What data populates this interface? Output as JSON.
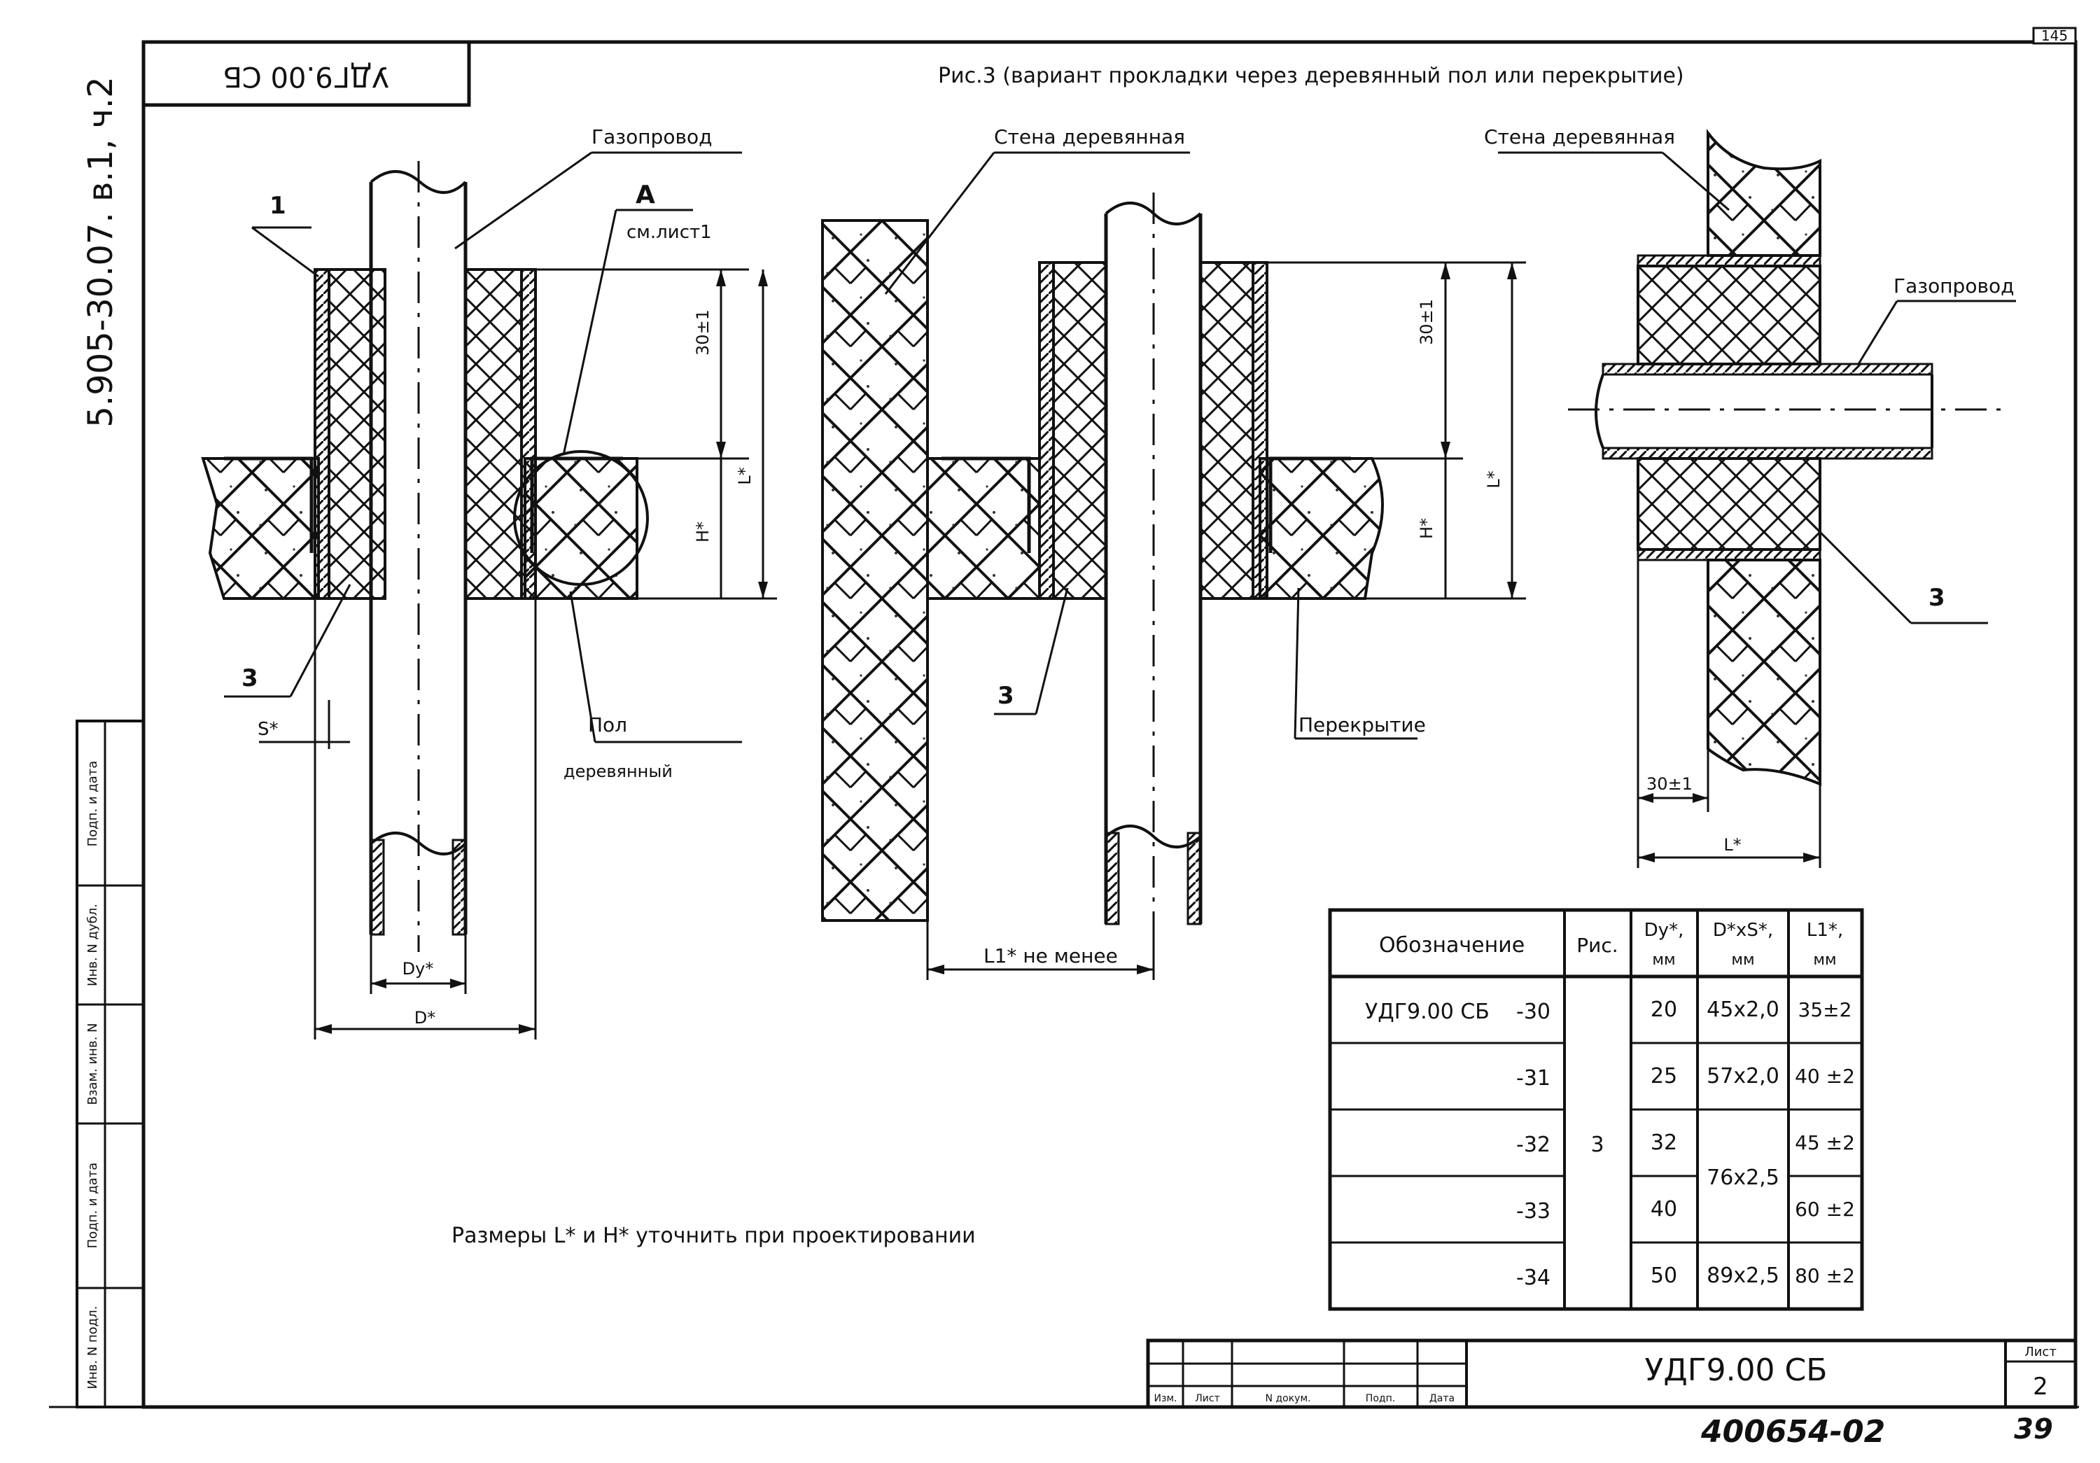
{
  "sheet": {
    "page_corner_number": "145",
    "archive_number": "5.905-30.07. в.1, ч.2",
    "top_stamp_code": "УДГ9.00 СБ",
    "figure_caption": "Рис.3 (вариант прокладки через деревянный пол или перекрытие)",
    "note": "Размеры L* и H* уточнить при проектировании",
    "handwritten_number": "400654-02",
    "handwritten_page": "39"
  },
  "labels": {
    "gas_pipe_1": "Газопровод",
    "gas_pipe_3": "Газопровод",
    "wall_wood_2": "Стена деревянная",
    "wall_wood_3": "Стена деревянная",
    "ref_1": "1",
    "ref_3a": "3",
    "ref_3b": "3",
    "ref_3c": "3",
    "detail_A": "А",
    "see_sheet": "см.лист1",
    "floor_line1": "Пол",
    "floor_line2": "деревянный",
    "ceiling": "Перекрытие",
    "dim_30_a": "30±1",
    "dim_30_b": "30±1",
    "dim_30_c": "30±1",
    "dim_L_a": "L*",
    "dim_L_b": "L*",
    "dim_L_c": "L*",
    "dim_H_a": "H*",
    "dim_H_b": "H*",
    "dim_S": "S*",
    "dim_Dy": "Dy*",
    "dim_D": "D*",
    "dim_L1": "L1*  не менее"
  },
  "table": {
    "headers": {
      "designation": "Обозначение",
      "fig": "Рис.",
      "dy": "Dy*,",
      "dy_unit": "мм",
      "dxs": "D*xS*,",
      "dxs_unit": "мм",
      "l1": "L1*,",
      "l1_unit": "мм"
    },
    "fig_value": "3",
    "rows": [
      {
        "designation": "УДГ9.00 СБ",
        "suffix": "-30",
        "dy": "20",
        "dxs": "45x2,0",
        "l1": "35±2"
      },
      {
        "designation": "",
        "suffix": "-31",
        "dy": "25",
        "dxs": "57x2,0",
        "l1": "40 ±2"
      },
      {
        "designation": "",
        "suffix": "-32",
        "dy": "32",
        "dxs": "",
        "l1": "45 ±2"
      },
      {
        "designation": "",
        "suffix": "-33",
        "dy": "40",
        "dxs": "",
        "l1": "60 ±2"
      },
      {
        "designation": "",
        "suffix": "-34",
        "dy": "50",
        "dxs": "89x2,5",
        "l1": "80 ±2"
      }
    ],
    "merged_dxs": "76x2,5"
  },
  "title_block": {
    "code": "УДГ9.00 СБ",
    "sheet_label": "Лист",
    "sheet_number": "2",
    "cols": [
      "Изм.",
      "Лист",
      "N докум.",
      "Подп.",
      "Дата"
    ]
  },
  "side_strip": {
    "cells": [
      "Подп. и дата",
      "Инв. N дубл.",
      "Взам. инв. N",
      "Подп. и дата",
      "Инв. N подл."
    ]
  }
}
